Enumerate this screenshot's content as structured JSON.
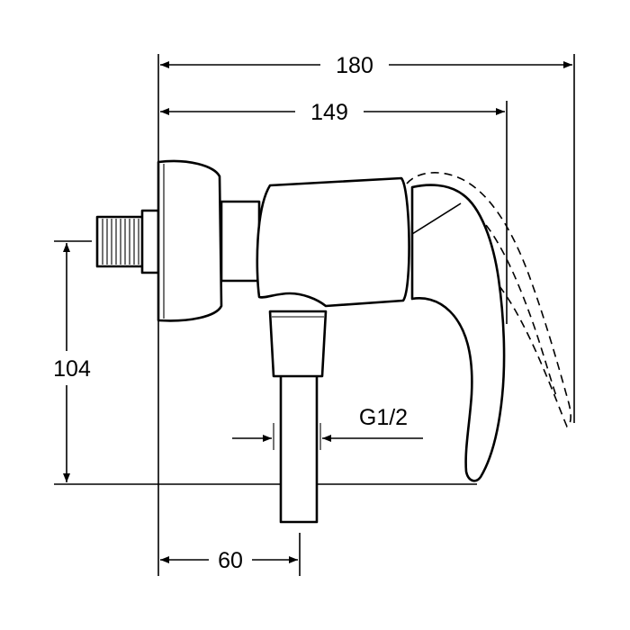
{
  "dimensions": {
    "overall_width": "180",
    "body_width": "149",
    "height": "104",
    "thread": "G1/2",
    "offset": "60"
  },
  "colors": {
    "line": "#000000",
    "background": "#ffffff"
  }
}
